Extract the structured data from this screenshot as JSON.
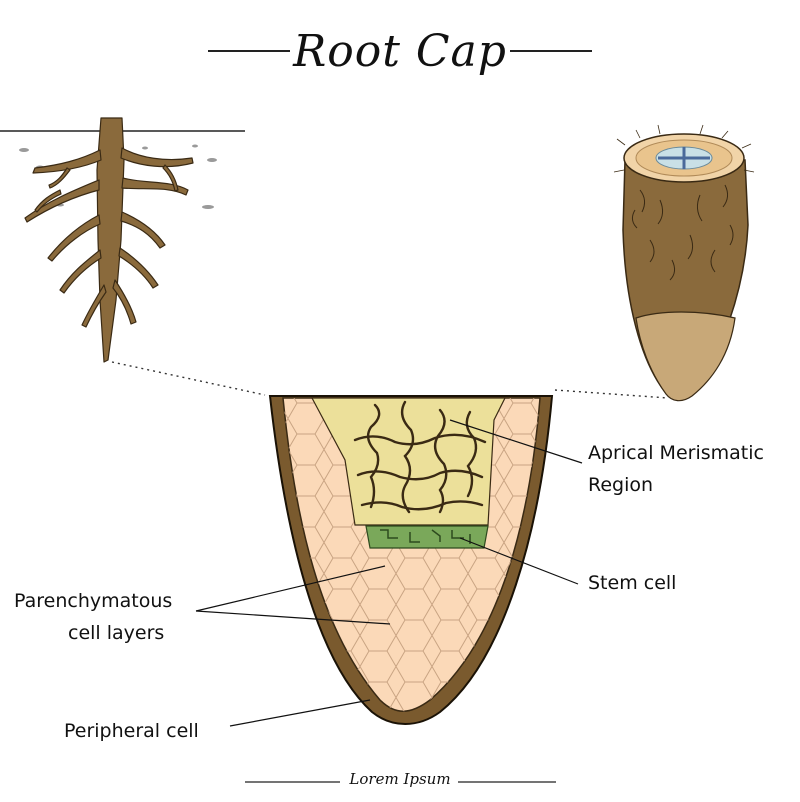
{
  "title": "Root Cap",
  "footer": "Lorem Ipsum",
  "labels": {
    "apical_line1": "Aprical Merismatic",
    "apical_line2": "Region",
    "stem_cell": "Stem cell",
    "parenchyma_line1": "Parenchymatous",
    "parenchyma_line2": "cell layers",
    "peripheral": "Peripheral cell"
  },
  "colors": {
    "root_brown": "#8a6a3c",
    "root_outline": "#3a2a14",
    "cap_outer": "#7a5a2e",
    "parenchyma_fill": "#fbd9b8",
    "meristem_fill": "#ece09a",
    "stem_cell_fill": "#7aa85a",
    "root_tip_fill": "#c8a878"
  }
}
